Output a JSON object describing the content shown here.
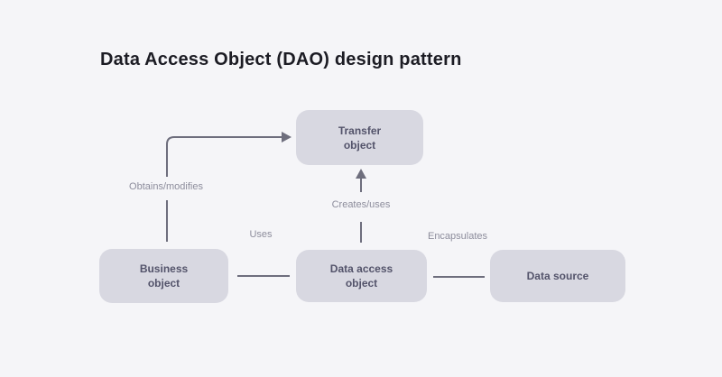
{
  "title": "Data Access Object (DAO) design pattern",
  "diagram": {
    "nodes": {
      "transfer": {
        "label": "Transfer object"
      },
      "business": {
        "label": "Business object"
      },
      "dao": {
        "label": "Data access object"
      },
      "datasource": {
        "label": "Data source"
      }
    },
    "edges": {
      "obtains": {
        "label": "Obtains/modifies",
        "from": "business",
        "to": "transfer"
      },
      "creates": {
        "label": "Creates/uses",
        "from": "dao",
        "to": "transfer"
      },
      "uses": {
        "label": "Uses",
        "from": "business",
        "to": "dao"
      },
      "encapsulates": {
        "label": "Encapsulates",
        "from": "dao",
        "to": "datasource"
      }
    }
  },
  "colors": {
    "background": "#f5f5f8",
    "node_fill": "#d8d8e1",
    "node_text": "#53536a",
    "title_text": "#1c1c24",
    "edge_line": "#6e6e7d",
    "edge_label": "#8d8d9c"
  }
}
